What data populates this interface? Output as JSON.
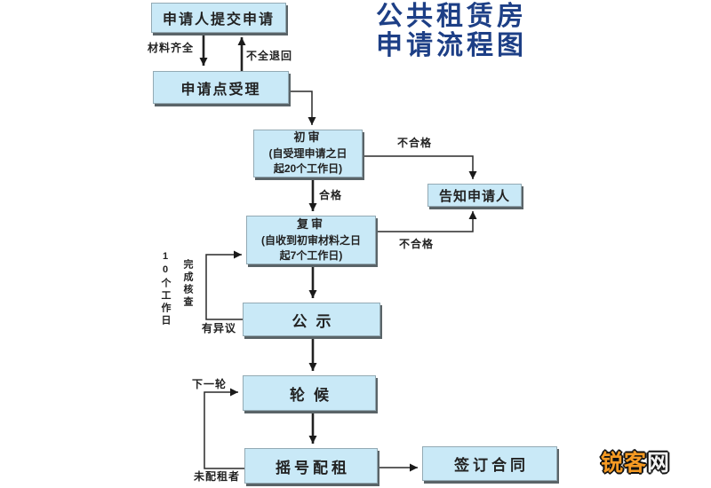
{
  "title": {
    "line1": "公共租赁房",
    "line2": "申请流程图"
  },
  "watermark": {
    "text1": "锐客",
    "text2": "网"
  },
  "nodes": {
    "submit": {
      "label": "申请人提交申请"
    },
    "accept": {
      "label": "申请点受理"
    },
    "initial_review": {
      "lines": [
        "初审",
        "(自受理申请之日",
        "起20个工作日)"
      ]
    },
    "notify": {
      "label": "告知申请人"
    },
    "re_review": {
      "lines": [
        "复审",
        "(自收到初审材料之日",
        "起7个工作日)"
      ]
    },
    "publicity": {
      "label": "公示"
    },
    "waitlist": {
      "label": "轮候"
    },
    "lottery": {
      "label": "摇号配租"
    },
    "contract": {
      "label": "签订合同"
    }
  },
  "edge_labels": {
    "materials_complete": "材料齐全",
    "incomplete_return": "不全退回",
    "qualified": "合格",
    "unqualified_initial": "不合格",
    "unqualified_re": "不合格",
    "objection": "有异议",
    "verification_done": "完成核查",
    "ten_working_days": "10个工作日",
    "next_round": "下一轮",
    "not_allocated": "未配租者"
  },
  "colors": {
    "node_fill": "#c9e9f7",
    "node_border": "#93aab4",
    "node_shadow": "#5a6468",
    "title_navy": "#1d3f86",
    "line_dark": "#222222",
    "watermark_orange": "#f59a23",
    "background": "#ffffff"
  }
}
